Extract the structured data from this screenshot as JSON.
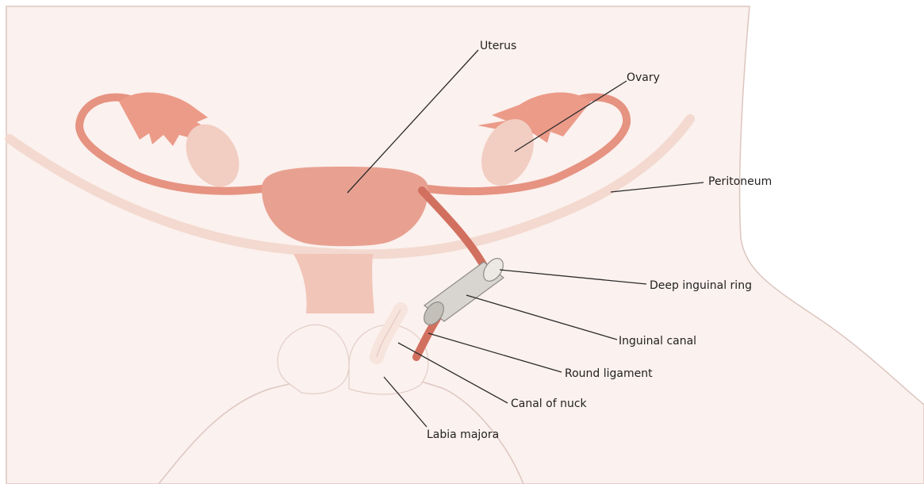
{
  "labels": {
    "uterus": "Uterus",
    "ovary": "Ovary",
    "peritoneum": "Peritoneum",
    "deep_inguinal_ring": "Deep inguinal ring",
    "inguinal_canal": "Inguinal canal",
    "round_ligament": "Round ligament",
    "canal_of_nuck": "Canal of nuck",
    "labia_majora": "Labia majora"
  },
  "colors": {
    "body_skin": "#fbf1ee",
    "body_outline": "#dcc6bf",
    "peritoneum": "#f3d9cf",
    "uterus": "#e8a191",
    "tube": "#e69382",
    "ovary": "#f2cdc2",
    "canal": "#d8d4cf",
    "round_ligament": "#d2705f",
    "leader_line": "#2b2b2b"
  }
}
